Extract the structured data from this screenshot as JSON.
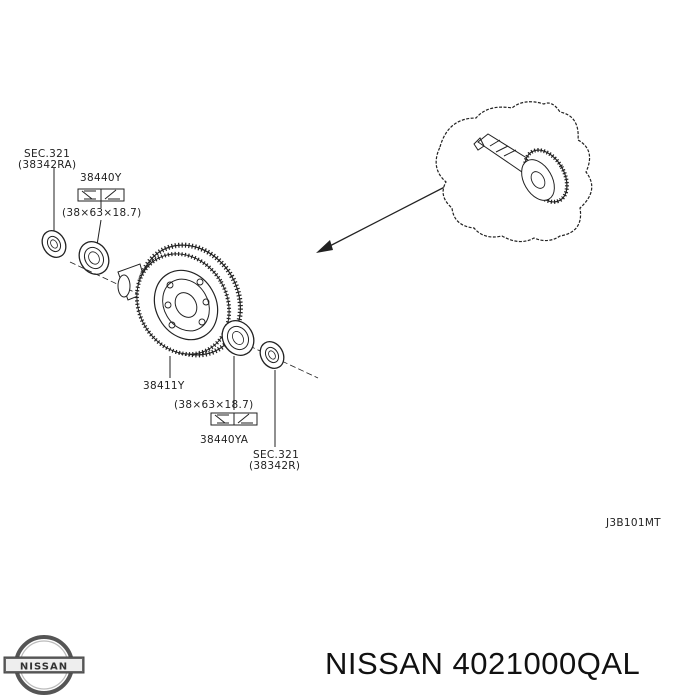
{
  "labels": {
    "sec_top": "SEC.321",
    "sec_top_ref": "(38342RA)",
    "bearing_top": "38440Y",
    "size_top": "(38×63×18.7)",
    "gear": "38411Y",
    "size_bottom": "(38×63×18.7)",
    "bearing_bottom": "38440YA",
    "sec_bottom": "SEC.321",
    "sec_bottom_ref": "(38342R)",
    "diagram_code": "J3B101MT"
  },
  "logo": {
    "text": "NISSAN"
  },
  "footer": {
    "part_title": "NISSAN 4021000QAL"
  }
}
